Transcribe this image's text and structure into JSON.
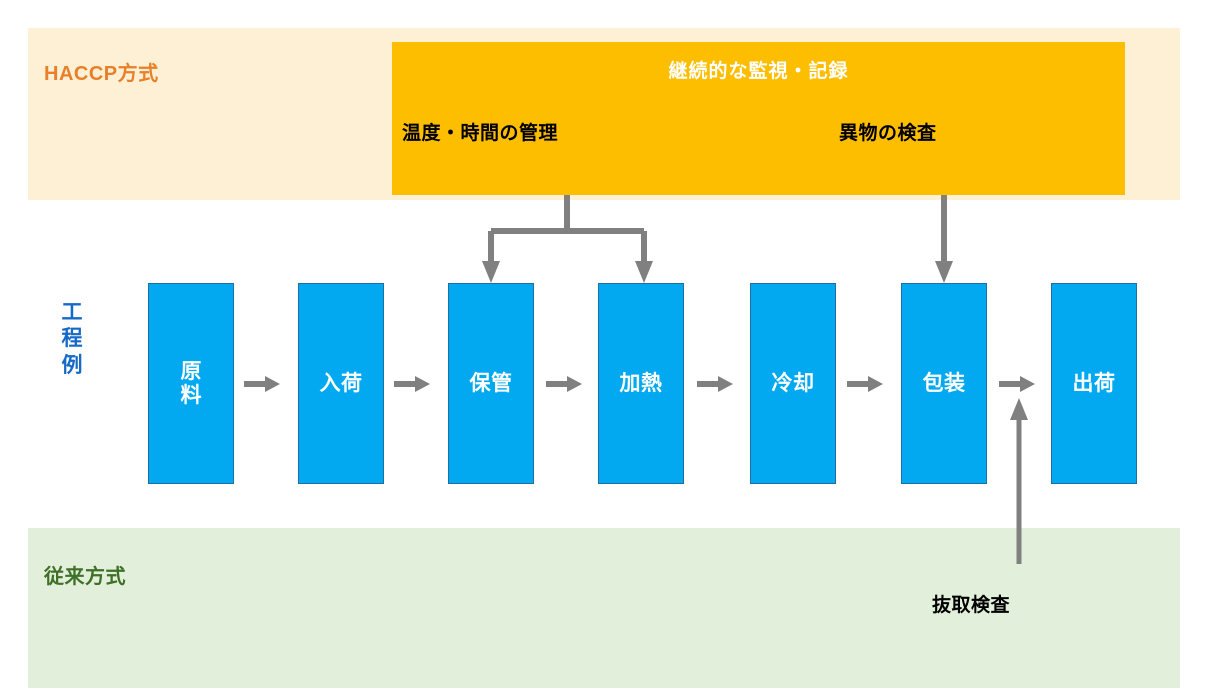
{
  "bands": {
    "haccp": {
      "label": "HACCP方式",
      "color": "#e8802a",
      "background": "#fdf0d5"
    },
    "legacy": {
      "label": "従来方式",
      "color": "#3f7028",
      "background": "#e2efda"
    }
  },
  "monitor_banner": {
    "title": "継続的な監視・記録",
    "background": "#febe00",
    "title_color": "#ffffff",
    "items": [
      {
        "label": "温度・時間の管理"
      },
      {
        "label": "異物の検査"
      }
    ]
  },
  "process_flow": {
    "group_label": "工程例",
    "group_label_color": "#1569c7",
    "box_color": "#03a9f0",
    "box_border_color": "#1c6ea4",
    "box_text_color": "#ffffff",
    "arrow_color": "#808080",
    "steps": [
      {
        "label": "原料",
        "stacked": true
      },
      {
        "label": "入荷",
        "stacked": false
      },
      {
        "label": "保管",
        "stacked": false
      },
      {
        "label": "加熱",
        "stacked": false
      },
      {
        "label": "冷却",
        "stacked": false
      },
      {
        "label": "包装",
        "stacked": false
      },
      {
        "label": "出荷",
        "stacked": false
      }
    ]
  },
  "sampling": {
    "label": "抜取検査"
  },
  "connectors": [
    {
      "name": "monitor-to-storage-and-heating",
      "from": "継続的な監視・記録",
      "to": [
        "保管",
        "加熱"
      ],
      "type": "fork-down"
    },
    {
      "name": "monitor-to-packaging",
      "from": "異物の検査",
      "to": [
        "包装"
      ],
      "type": "straight-down"
    },
    {
      "name": "sampling-to-flow",
      "from": "抜取検査",
      "to": [
        "出荷"
      ],
      "type": "straight-up"
    }
  ]
}
